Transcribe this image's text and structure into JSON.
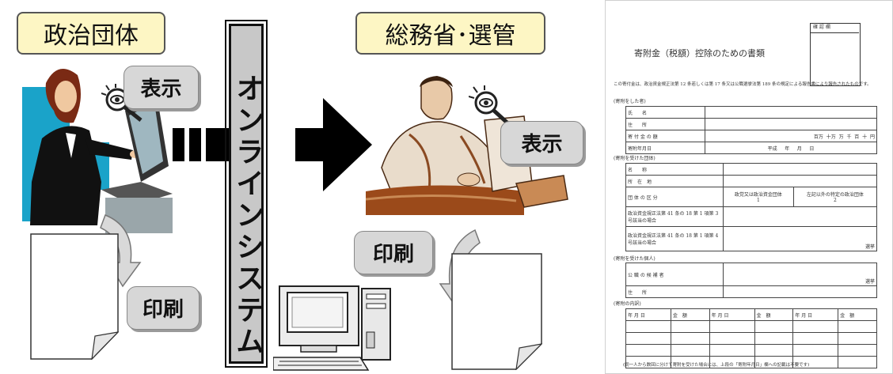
{
  "left_party": {
    "title": "政治団体",
    "display_label": "表示",
    "print_label": "印刷"
  },
  "center": {
    "system_label": "オンラインシステム"
  },
  "right_party": {
    "title": "総務省･選管",
    "display_label": "表示",
    "print_label": "印刷"
  },
  "form": {
    "check_box_label": "確 認 欄",
    "title": "寄附金（税額）控除のための書類",
    "intro": "この寄付金は、政治資金規正法第 12 条若しくは第 17 条又は公職選挙法第 189 条の規定による報告書により報告されたものです。",
    "donor_section": "(寄附をした者)",
    "donor_rows": [
      "氏　　名",
      "住　　所",
      "寄 付 金 の 額",
      "寄附年月日"
    ],
    "amount_units": [
      "百万",
      "十万",
      "万",
      "千",
      "百",
      "十",
      "円"
    ],
    "date_units": [
      "平成",
      "年",
      "月",
      "日"
    ],
    "recipient_section": "(寄附を受けた団体)",
    "recipient_rows": [
      "名　　称",
      "所　在　地",
      "団 体 の 区 分"
    ],
    "group_types": [
      "政党又は政治資金団体",
      "左記以外の特定の政治団体"
    ],
    "group_type_numbers": [
      "1",
      "2"
    ],
    "law_rows": [
      "政治資金規正法第 41 条の 18 第 1 項第 3 号該当の場合",
      "政治資金規正法第 41 条の 18 第 1 項第 4 号該当の場合"
    ],
    "candidate_section": "(寄附を受けた個人)",
    "candidate_row": "公 職 の 候 補 者",
    "address_row": "住　　所",
    "election_label": "選挙",
    "detail_section": "(寄附の内訳)",
    "detail_headers": [
      "年 月 日",
      "金　額",
      "年 月 日",
      "金　額",
      "年 月 日",
      "金　額"
    ],
    "footnote": "(同一人から数回に分けて寄附を受けた場合には、上段の「寄附年月日」欄への記載は不要です)"
  }
}
